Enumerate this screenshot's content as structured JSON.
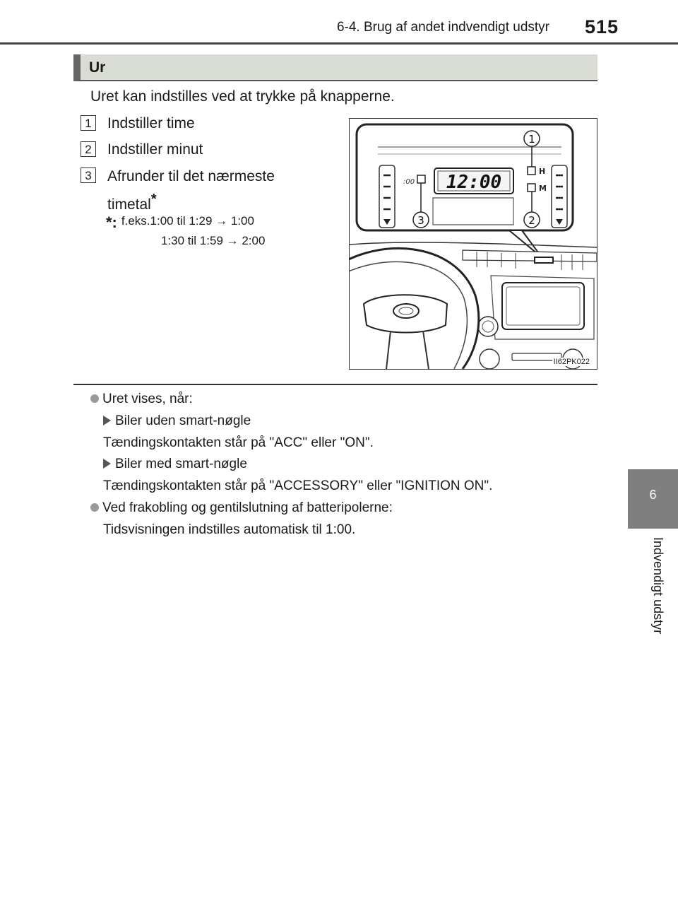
{
  "header": {
    "section": "6-4. Brug af andet indvendigt udstyr",
    "page_number": "515"
  },
  "side_tab": {
    "chapter_number": "6",
    "chapter_title": "Indvendigt udstyr"
  },
  "section": {
    "title": "Ur",
    "intro": "Uret kan indstilles ved at trykke på knapperne.",
    "items": [
      {
        "number": "1",
        "text": "Indstiller time"
      },
      {
        "number": "2",
        "text": "Indstiller minut"
      },
      {
        "number": "3",
        "text": "Afrunder til det nærmeste timetal",
        "marker": "*"
      }
    ],
    "footnote": {
      "marker": "*:",
      "line1": "f.eks.1:00 til 1:29 → 1:00",
      "line2": "1:30 til 1:59 → 2:00"
    }
  },
  "figure": {
    "clock_display": "12:00",
    "button_h": "H",
    "button_m": "M",
    "small_display": ":00",
    "callouts": [
      "1",
      "2",
      "3"
    ],
    "code": "II62PK022"
  },
  "notes": [
    {
      "type": "bullet",
      "text": "Uret vises, når:"
    },
    {
      "type": "sub",
      "text": "Biler uden smart-nøgle"
    },
    {
      "type": "text",
      "text": "Tændingskontakten står på \"ACC\" eller \"ON\"."
    },
    {
      "type": "sub",
      "text": "Biler med smart-nøgle"
    },
    {
      "type": "text",
      "text": "Tændingskontakten står på \"ACCESSORY\" eller \"IGNITION ON\"."
    },
    {
      "type": "bullet",
      "text": "Ved frakobling og gentilslutning af batteripolerne:"
    },
    {
      "type": "text",
      "text": "Tidsvisningen indstilles automatisk til 1:00."
    }
  ]
}
